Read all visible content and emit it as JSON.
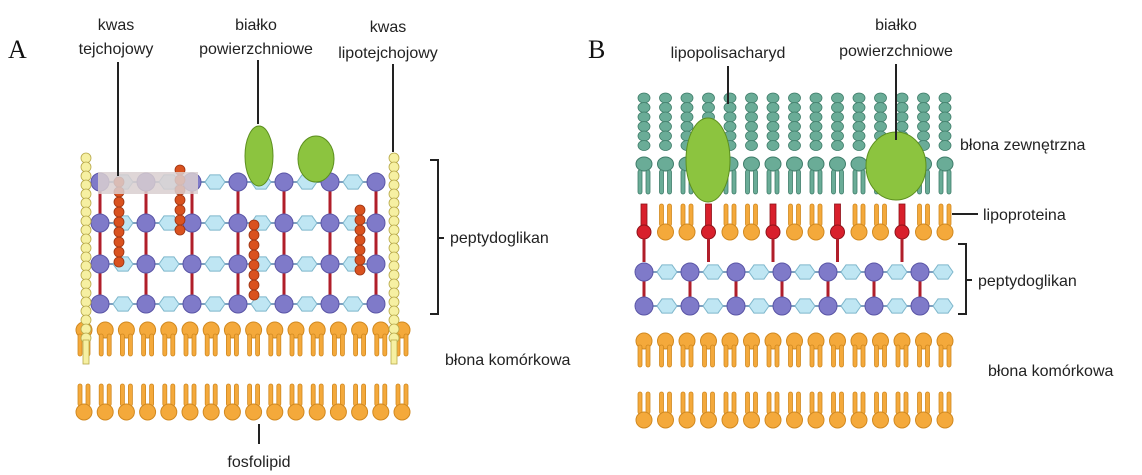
{
  "panels": [
    {
      "letter": "A",
      "labels": {
        "teichoic_l1": "kwas",
        "teichoic_l2": "tejchojowy",
        "surface_l1": "białko",
        "surface_l2": "powierzchniowe",
        "lipo_l1": "kwas",
        "lipo_l2": "lipotejchojowy",
        "peptidoglycan": "peptydoglikan",
        "membrane": "błona komórkowa",
        "phospholipid": "fosfolipid"
      }
    },
    {
      "letter": "B",
      "labels": {
        "lps": "lipopolisacharyd",
        "surface_l1": "białko",
        "surface_l2": "powierzchniowe",
        "outer": "błona zewnętrzna",
        "lipoprotein": "lipoproteina",
        "peptidoglycan": "peptydoglikan",
        "membrane": "błona komórkowa"
      }
    }
  ],
  "colors": {
    "lipid": "#f4a93b",
    "lipid_stroke": "#d18920",
    "nag": "#7f7ac9",
    "nam": "#bfe6f3",
    "crosslink": "#b01e2a",
    "teichoic": "#d9521f",
    "lipoteichoic": "#f6f0a2",
    "protein": "#8cc43f",
    "lps": "#6aac97",
    "lipoprotein": "#d8202c"
  }
}
